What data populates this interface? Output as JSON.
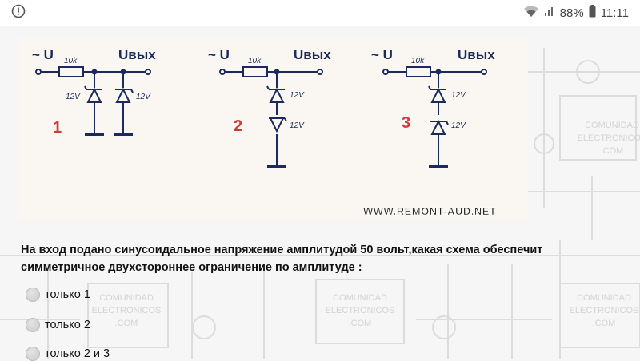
{
  "status_bar": {
    "alert_icon": "alert-circle-icon",
    "battery_percent": "88%",
    "time": "11:11"
  },
  "figure": {
    "input_label": "~ U",
    "output_label": "Uвых",
    "resistor_label": "10k",
    "zener_label": "12V",
    "watermark": "WWW.REMONT-AUD.NET",
    "circuits": [
      {
        "number": "1"
      },
      {
        "number": "2"
      },
      {
        "number": "3"
      }
    ]
  },
  "background_watermark": {
    "line1": "COMUNIDAD",
    "line2": "ELECTRONICOS",
    "line3": ".COM"
  },
  "question": {
    "line1": "На вход подано синусоидальное напряжение амплитудой 50 вольт,какая схема обеспечит",
    "line2": "симметричное двухстороннее ограничение по амплитуде :"
  },
  "options": [
    {
      "label": "только 1"
    },
    {
      "label": "только 2"
    },
    {
      "label": "только 2 и 3"
    }
  ],
  "colors": {
    "number_red": "#d23a3a",
    "circuit_blue": "#1a2a5a"
  }
}
